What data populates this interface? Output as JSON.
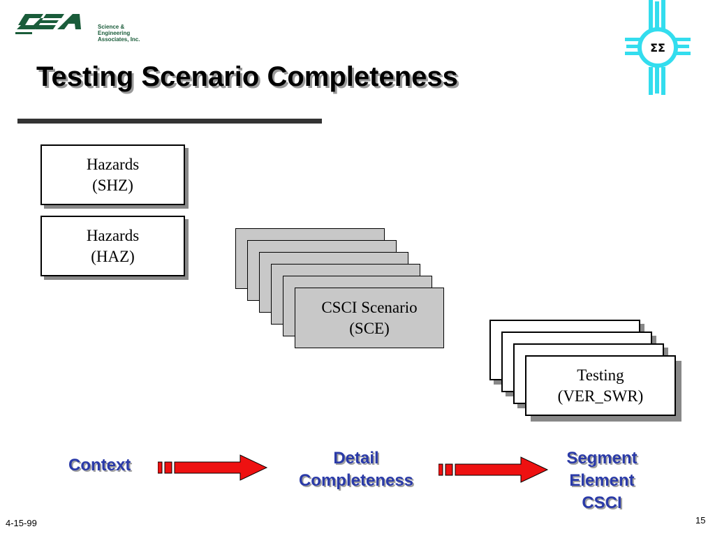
{
  "logo": {
    "lines": [
      "Science &",
      "Engineering",
      "Associates, Inc."
    ]
  },
  "emblem": {
    "symbol": "ΣΣ",
    "icon": "zia-sun-icon",
    "color": "#33ddee"
  },
  "slide": {
    "title": "Testing Scenario Completeness"
  },
  "boxes": {
    "hazards_shz": [
      "Hazards",
      "(SHZ)"
    ],
    "hazards_haz": [
      "Hazards",
      "(HAZ)"
    ],
    "csci_scenario": [
      "CSCI Scenario",
      "(SCE)"
    ],
    "testing": [
      "Testing",
      "(VER_SWR)"
    ]
  },
  "flow": {
    "context": "Context",
    "detail": [
      "Detail",
      "Completeness"
    ],
    "segment": [
      "Segment",
      "Element",
      "CSCI"
    ],
    "arrow_color": "#ee1111",
    "label_color": "#2a3aa8"
  },
  "footer": {
    "date": "4-15-99",
    "page": "15"
  }
}
